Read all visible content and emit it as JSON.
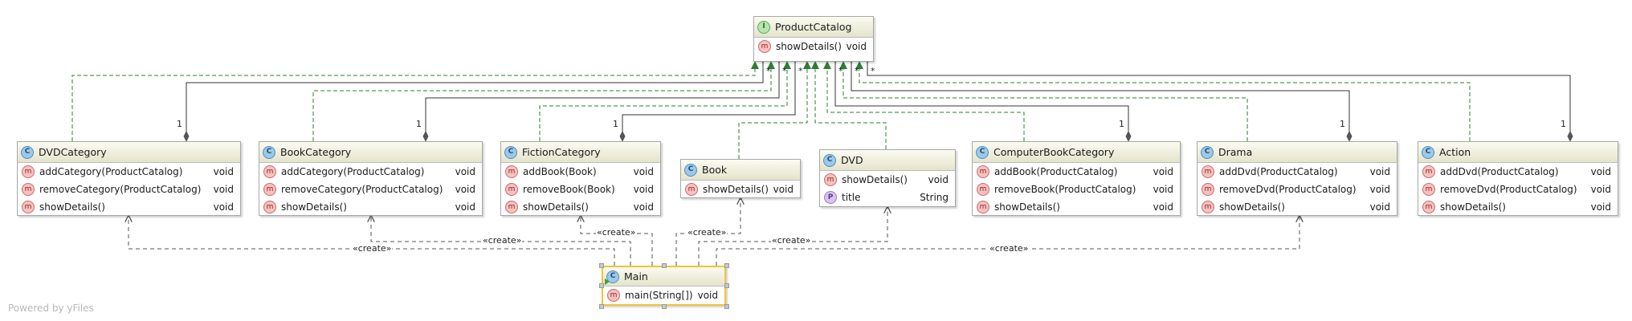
{
  "colors": {
    "implements": "#2e7d32",
    "dependency": "#555555",
    "association": "#333333",
    "diamond": "#555555",
    "selection": "#f0c43a"
  },
  "icons": {
    "class": "class-icon",
    "interface": "interface-icon",
    "method": "method-icon",
    "property": "property-icon",
    "runnable_class": "runnable-class-icon"
  },
  "classes": {
    "productcatalog": {
      "kind": "interface",
      "badge": "I",
      "name": "ProductCatalog",
      "members": [
        {
          "badge": "m",
          "name": "showDetails()",
          "type": "void"
        }
      ]
    },
    "dvdcategory": {
      "kind": "class",
      "badge": "C",
      "name": "DVDCategory",
      "members": [
        {
          "badge": "m",
          "name": "addCategory(ProductCatalog)",
          "type": "void"
        },
        {
          "badge": "m",
          "name": "removeCategory(ProductCatalog)",
          "type": "void"
        },
        {
          "badge": "m",
          "name": "showDetails()",
          "type": "void"
        }
      ]
    },
    "bookcategory": {
      "kind": "class",
      "badge": "C",
      "name": "BookCategory",
      "members": [
        {
          "badge": "m",
          "name": "addCategory(ProductCatalog)",
          "type": "void"
        },
        {
          "badge": "m",
          "name": "removeCategory(ProductCatalog)",
          "type": "void"
        },
        {
          "badge": "m",
          "name": "showDetails()",
          "type": "void"
        }
      ]
    },
    "fictioncategory": {
      "kind": "class",
      "badge": "C",
      "name": "FictionCategory",
      "members": [
        {
          "badge": "m",
          "name": "addBook(Book)",
          "type": "void"
        },
        {
          "badge": "m",
          "name": "removeBook(Book)",
          "type": "void"
        },
        {
          "badge": "m",
          "name": "showDetails()",
          "type": "void"
        }
      ]
    },
    "book": {
      "kind": "class",
      "badge": "C",
      "name": "Book",
      "members": [
        {
          "badge": "m",
          "name": "showDetails()",
          "type": "void"
        }
      ]
    },
    "dvd": {
      "kind": "class",
      "badge": "C",
      "name": "DVD",
      "members": [
        {
          "badge": "m",
          "name": "showDetails()",
          "type": "void"
        },
        {
          "badge": "P",
          "name": "title",
          "type": "String"
        }
      ]
    },
    "computerbookcategory": {
      "kind": "class",
      "badge": "C",
      "name": "ComputerBookCategory",
      "members": [
        {
          "badge": "m",
          "name": "addBook(ProductCatalog)",
          "type": "void"
        },
        {
          "badge": "m",
          "name": "removeBook(ProductCatalog)",
          "type": "void"
        },
        {
          "badge": "m",
          "name": "showDetails()",
          "type": "void"
        }
      ]
    },
    "drama": {
      "kind": "class",
      "badge": "C",
      "name": "Drama",
      "members": [
        {
          "badge": "m",
          "name": "addDvd(ProductCatalog)",
          "type": "void"
        },
        {
          "badge": "m",
          "name": "removeDvd(ProductCatalog)",
          "type": "void"
        },
        {
          "badge": "m",
          "name": "showDetails()",
          "type": "void"
        }
      ]
    },
    "action": {
      "kind": "class",
      "badge": "C",
      "name": "Action",
      "members": [
        {
          "badge": "m",
          "name": "addDvd(ProductCatalog)",
          "type": "void"
        },
        {
          "badge": "m",
          "name": "removeDvd(ProductCatalog)",
          "type": "void"
        },
        {
          "badge": "m",
          "name": "showDetails()",
          "type": "void"
        }
      ]
    },
    "main": {
      "kind": "runnable-class",
      "badge": "C",
      "name": "Main",
      "members": [
        {
          "badge": "m",
          "name": "main(String[])",
          "type": "void"
        }
      ]
    }
  },
  "multiplicity": {
    "dvdcategory": "1",
    "bookcategory": "1",
    "fictioncategory": "1",
    "computerbookcategory": "1",
    "drama": "1",
    "action": "1",
    "near_interface": "*"
  },
  "stereotype_create": "«create»",
  "watermark": "Powered by yFiles"
}
